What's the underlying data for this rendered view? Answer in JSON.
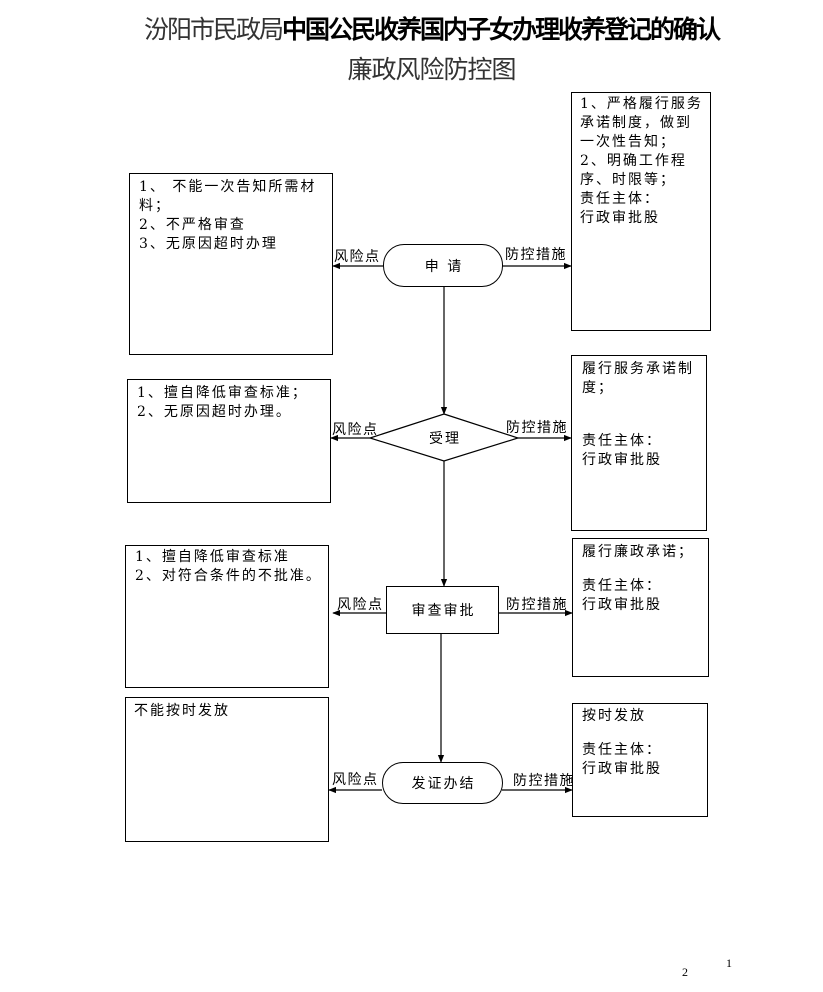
{
  "title": {
    "org": "汾阳市民政局",
    "subject": "中国公民收养国内子女办理收养登记的确认",
    "line2": "廉政风险防控图"
  },
  "labels": {
    "risk": "风险点",
    "control": "防控措施"
  },
  "steps": [
    {
      "label": "申 请",
      "risks": [
        "1、 不能一次告知所需材",
        "料；",
        "2、不严格审查",
        "3、无原因超时办理"
      ],
      "controls": [
        "1、严格履行服务",
        "承诺制度，做到",
        "一次性告知；",
        "2、明确工作程",
        "序、时限等；"
      ],
      "owner_label": "责任主体：",
      "owner": "行政审批股"
    },
    {
      "label": "受理",
      "risks": [
        "1、擅自降低审查标准；",
        "2、无原因超时办理。"
      ],
      "controls": [
        "履行服务承诺制",
        "度；"
      ],
      "owner_label": "责任主体：",
      "owner": "行政审批股"
    },
    {
      "label": "审查审批",
      "risks": [
        "1、擅自降低审查标准",
        "2、对符合条件的不批准。"
      ],
      "controls": [
        "履行廉政承诺；"
      ],
      "owner_label": "责任主体：",
      "owner": "行政审批股"
    },
    {
      "label": "发证办结",
      "risks": [
        "不能按时发放"
      ],
      "controls": [
        "按时发放"
      ],
      "owner_label": "责任主体：",
      "owner": "行政审批股"
    }
  ],
  "page_numbers": {
    "upper": "1",
    "lower": "2"
  },
  "colors": {
    "ink": "#000000",
    "paper": "#ffffff",
    "title_light": "#333333"
  }
}
